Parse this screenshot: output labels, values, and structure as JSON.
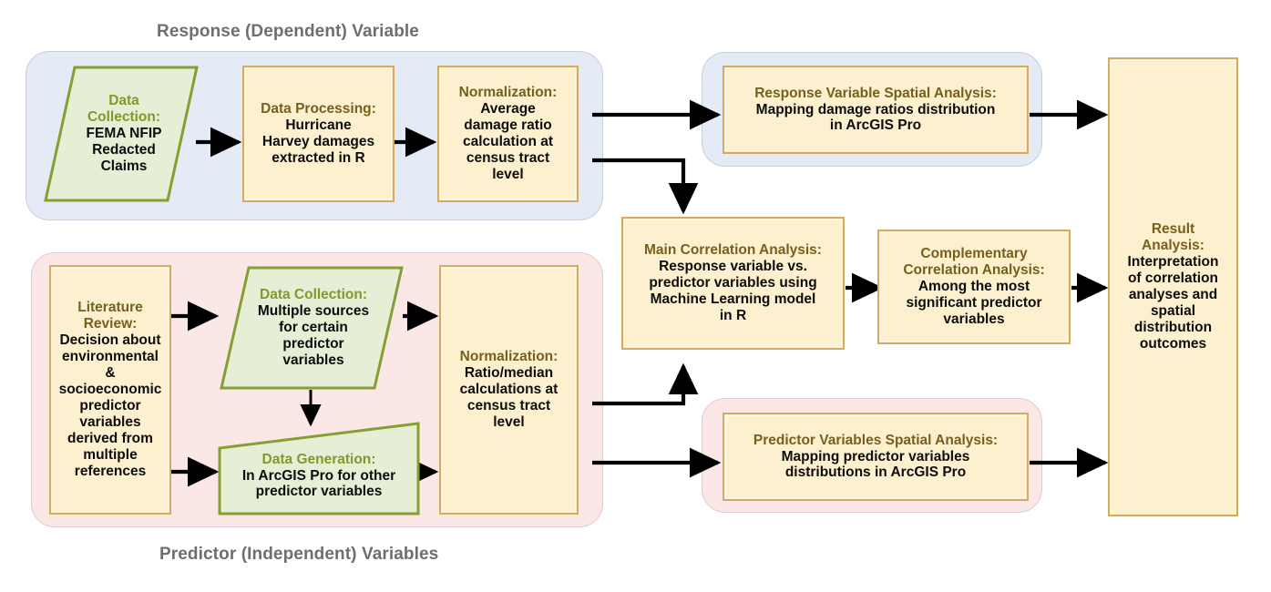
{
  "diagram": {
    "title_response": "Response (Dependent) Variable",
    "title_predictor": "Predictor (Independent) Variables"
  },
  "nodes": {
    "data_collection_response": {
      "header": "Data",
      "header2": "Collection:",
      "body1": "FEMA NFIP",
      "body2": "Redacted",
      "body3": "Claims"
    },
    "data_processing": {
      "header": "Data Processing:",
      "body1": "Hurricane",
      "body2": "Harvey damages",
      "body3": "extracted in R"
    },
    "normalization_response": {
      "header": "Normalization:",
      "body1": "Average",
      "body2": "damage ratio",
      "body3": "calculation at",
      "body4": "census tract",
      "body5": "level"
    },
    "literature_review": {
      "header": "Literature",
      "header2": "Review:",
      "body1": "Decision about",
      "body2": "environmental",
      "body3": "&",
      "body4": "socioeconomic",
      "body5": "predictor",
      "body6": "variables",
      "body7": "derived from",
      "body8": "multiple",
      "body9": "references"
    },
    "data_collection_predictor": {
      "header": "Data Collection:",
      "body1": "Multiple sources",
      "body2": "for certain",
      "body3": "predictor",
      "body4": "variables"
    },
    "data_generation": {
      "header": "Data Generation:",
      "body1": "In ArcGIS Pro for other",
      "body2": "predictor variables"
    },
    "normalization_predictor": {
      "header": "Normalization:",
      "body1": "Ratio/median",
      "body2": "calculations at",
      "body3": "census tract",
      "body4": "level"
    },
    "response_spatial_analysis": {
      "header": "Response Variable Spatial Analysis:",
      "body1": "Mapping damage ratios distribution",
      "body2": "in ArcGIS Pro"
    },
    "main_correlation": {
      "header": "Main Correlation Analysis:",
      "body1": "Response variable vs.",
      "body2": "predictor variables using",
      "body3": "Machine Learning model",
      "body4": "in R"
    },
    "complementary_correlation": {
      "header": "Complementary",
      "header2": "Correlation Analysis:",
      "body1": "Among the most",
      "body2": "significant predictor",
      "body3": "variables"
    },
    "predictor_spatial_analysis": {
      "header": "Predictor Variables Spatial Analysis:",
      "body1": "Mapping predictor variables",
      "body2": "distributions in ArcGIS Pro"
    },
    "result_analysis": {
      "header": "Result",
      "header2": "Analysis:",
      "body1": "Interpretation",
      "body2": "of correlation",
      "body3": "analyses and",
      "body4": "spatial",
      "body5": "distribution",
      "body6": "outcomes"
    }
  },
  "colors": {
    "node_fill": "#fcf0cf",
    "node_border": "#d4ab63",
    "node_header_text": "#76601d",
    "shape_fill": "#e7eed6",
    "shape_border": "#84a032",
    "shape_header_text": "#7d9b2b",
    "group_response_fill": "#e4eaf6",
    "group_predictor_fill": "#fbe7e6",
    "label_text": "#6e6e6e",
    "connector": "#000000"
  }
}
